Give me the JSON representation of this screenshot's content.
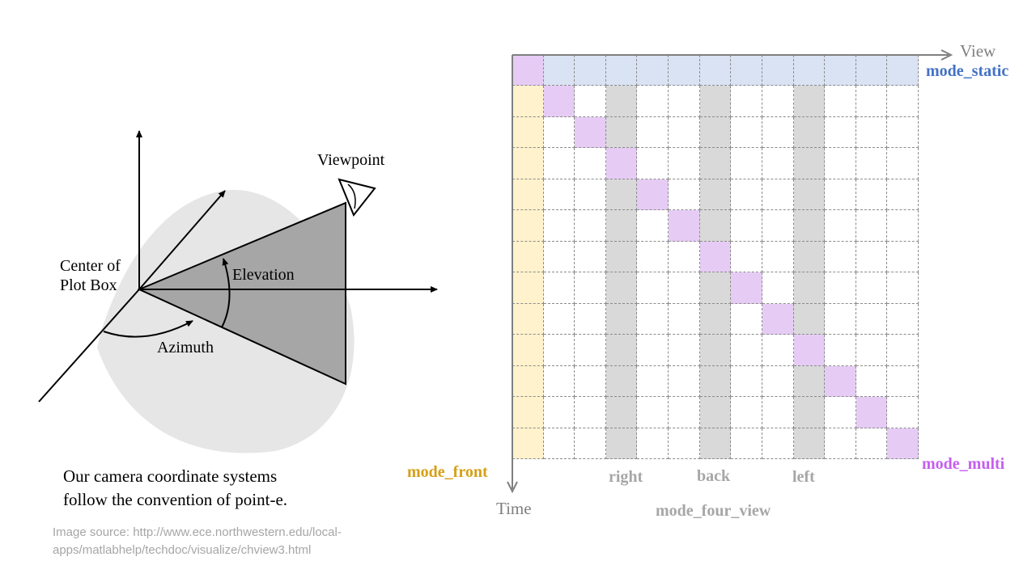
{
  "diagram": {
    "labels": {
      "viewpoint": "Viewpoint",
      "center": "Center of",
      "center2": "Plot Box",
      "elevation": "Elevation",
      "azimuth": "Azimuth"
    }
  },
  "caption": {
    "line1": "Our camera coordinate systems",
    "line2": "follow the convention of point-e."
  },
  "source": {
    "line1": "Image source: http://www.ece.northwestern.edu/local-",
    "line2": "apps/matlabhelp/techdoc/visualize/chview3.html"
  },
  "grid": {
    "axis_x": "View",
    "axis_y": "Time",
    "rows": 13,
    "cols": 13,
    "mode_static": "mode_static",
    "mode_front": "mode_front",
    "mode_multi": "mode_multi",
    "mode_four_view": "mode_four_view",
    "col_labels": {
      "right": "right",
      "back": "back",
      "left": "left"
    },
    "colors": {
      "static": "#dae3f3",
      "front": "#fff2cc",
      "multi": "#e6ccf5",
      "four_view": "#d9d9d9",
      "static_text": "#4472c4",
      "front_text": "#d4a017",
      "multi_text": "#c55ef0",
      "four_text": "#a6a6a6"
    },
    "four_view_cols": [
      3,
      6,
      9
    ]
  }
}
